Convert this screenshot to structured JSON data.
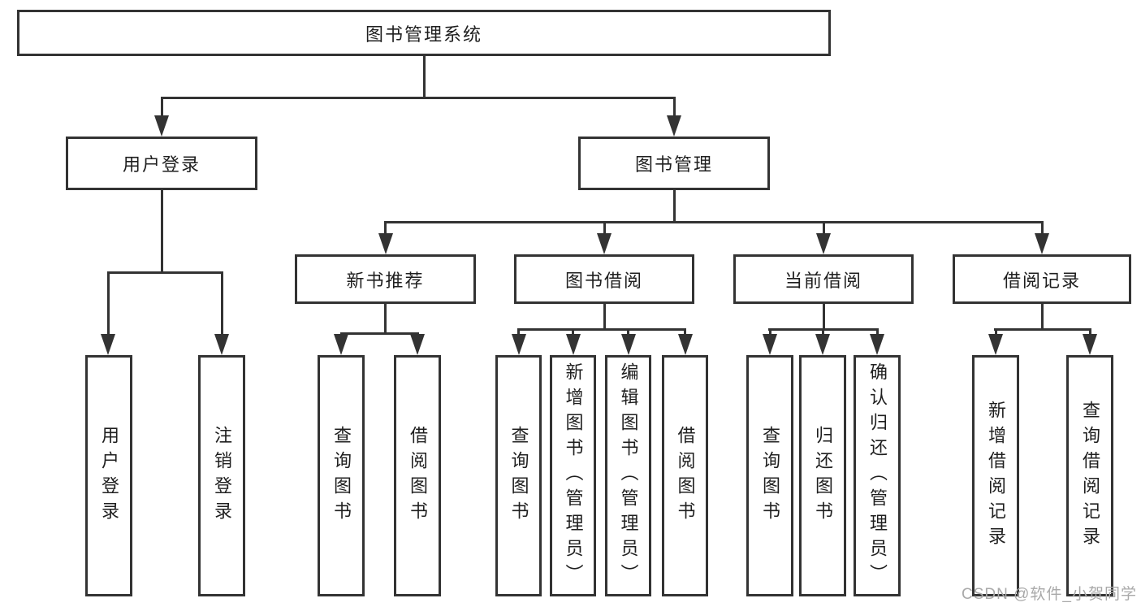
{
  "diagram": {
    "title": "图书管理系统",
    "branches": {
      "user_login": {
        "label": "用户登录",
        "children": [
          {
            "label": "用户登录"
          },
          {
            "label": "注销登录"
          }
        ]
      },
      "book_mgmt": {
        "label": "图书管理",
        "children": [
          {
            "label": "新书推荐",
            "children": [
              {
                "label": "查询图书"
              },
              {
                "label": "借阅图书"
              }
            ]
          },
          {
            "label": "图书借阅",
            "children": [
              {
                "label": "查询图书"
              },
              {
                "label": "新增图书（管理员）"
              },
              {
                "label": "编辑图书（管理员）"
              },
              {
                "label": "借阅图书"
              }
            ]
          },
          {
            "label": "当前借阅",
            "children": [
              {
                "label": "查询图书"
              },
              {
                "label": "归还图书"
              },
              {
                "label": "确认归还（管理员）"
              }
            ]
          },
          {
            "label": "借阅记录",
            "children": [
              {
                "label": "新增借阅记录"
              },
              {
                "label": "查询借阅记录"
              }
            ]
          }
        ]
      }
    }
  },
  "watermark": {
    "text": "CSDN @软件_小贺同学"
  },
  "colors": {
    "line": "#333333",
    "text": "#1f1f1f",
    "background": "#ffffff",
    "watermark": "#a9a9a9"
  }
}
